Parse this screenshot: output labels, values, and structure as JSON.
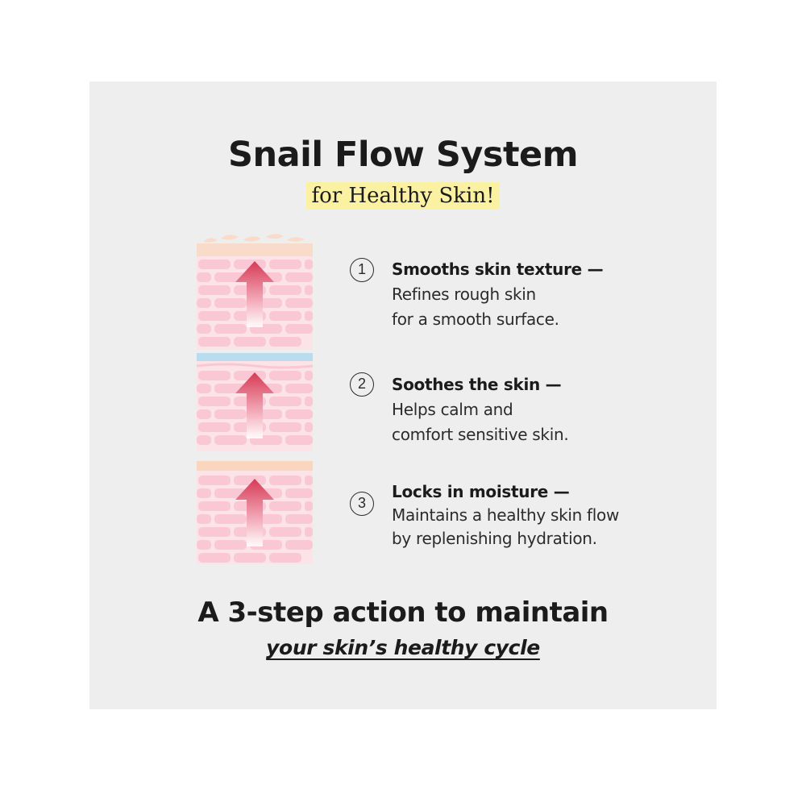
{
  "heading": {
    "title": "Snail Flow System",
    "subtitle": "for Healthy Skin!"
  },
  "steps": [
    {
      "number": "1",
      "title": "Smooths skin texture —",
      "lines": [
        "Refines rough skin",
        "for a smooth surface."
      ]
    },
    {
      "number": "2",
      "title": "Soothes the skin —",
      "lines": [
        "Helps calm and",
        "comfort sensitive skin."
      ]
    },
    {
      "number": "3",
      "title": "Locks in moisture —",
      "lines": [
        "Maintains a healthy skin flow",
        "by replenishing hydration."
      ]
    }
  ],
  "footer": {
    "title": "A 3-step action to maintain",
    "subtitle": "your skin’s healthy cycle"
  },
  "colors": {
    "panel": "#efeeee",
    "highlight": "#fbf1a2",
    "skin_cell": "#f9c8d4",
    "arrow": "#d63a55",
    "top_layer_1": "#f8dcc9",
    "top_layer_2": "#b9dcef",
    "top_layer_3": "#fbd6bf"
  }
}
